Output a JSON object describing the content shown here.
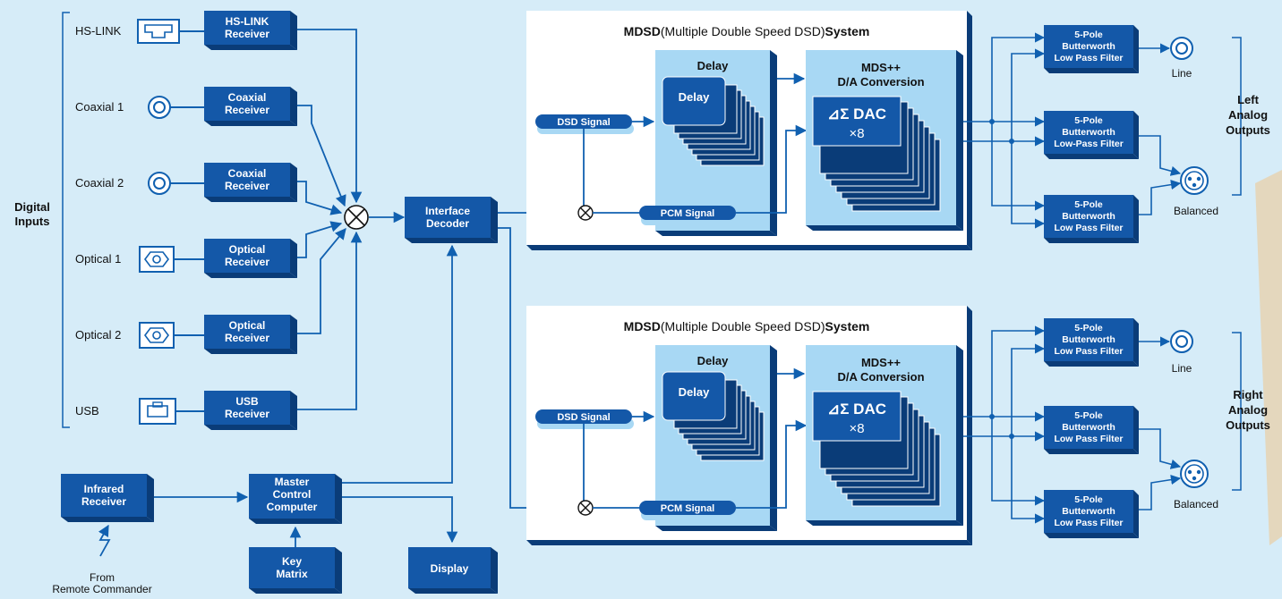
{
  "inputs_group": {
    "label_line1": "Digital",
    "label_line2": "Inputs"
  },
  "inputs": [
    {
      "name": "HS-LINK",
      "receiver_line1": "HS-LINK",
      "receiver_line2": "Receiver",
      "connector": "hs-link-jack-icon"
    },
    {
      "name": "Coaxial 1",
      "receiver_line1": "Coaxial",
      "receiver_line2": "Receiver",
      "connector": "coaxial-jack-icon"
    },
    {
      "name": "Coaxial 2",
      "receiver_line1": "Coaxial",
      "receiver_line2": "Receiver",
      "connector": "coaxial-jack-icon"
    },
    {
      "name": "Optical 1",
      "receiver_line1": "Optical",
      "receiver_line2": "Receiver",
      "connector": "optical-jack-icon"
    },
    {
      "name": "Optical 2",
      "receiver_line1": "Optical",
      "receiver_line2": "Receiver",
      "connector": "optical-jack-icon"
    },
    {
      "name": "USB",
      "receiver_line1": "USB",
      "receiver_line2": "Receiver",
      "connector": "usb-jack-icon"
    }
  ],
  "interface_decoder": {
    "line1": "Interface",
    "line2": "Decoder"
  },
  "infrared": {
    "line1": "Infrared",
    "line2": "Receiver",
    "from_line1": "From",
    "from_line2": "Remote Commander"
  },
  "master_control": {
    "line1": "Master",
    "line2": "Control",
    "line3": "Computer"
  },
  "key_matrix": {
    "line1": "Key",
    "line2": "Matrix"
  },
  "display": {
    "label": "Display"
  },
  "systems": [
    {
      "title_bold1": "MDSD",
      "title_normal": "(Multiple Double Speed DSD)",
      "title_bold2": "System",
      "delay_outer": "Delay",
      "delay_inner": "Delay",
      "dsd_signal": "DSD Signal",
      "pcm_signal": "PCM Signal",
      "mds_line1": "MDS++",
      "mds_line2": "D/A Conversion",
      "dac_line1": "⊿Σ DAC",
      "dac_line2": "×8"
    },
    {
      "title_bold1": "MDSD",
      "title_normal": "(Multiple Double Speed DSD)",
      "title_bold2": "System",
      "delay_outer": "Delay",
      "delay_inner": "Delay",
      "dsd_signal": "DSD Signal",
      "pcm_signal": "PCM Signal",
      "mds_line1": "MDS++",
      "mds_line2": "D/A Conversion",
      "dac_line1": "⊿Σ DAC",
      "dac_line2": "×8"
    }
  ],
  "filters": [
    {
      "line1": "5-Pole",
      "line2": "Butterworth",
      "line3": "Low Pass Filter"
    },
    {
      "line1": "5-Pole",
      "line2": "Butterworth",
      "line3": "Low-Pass Filter"
    },
    {
      "line1": "5-Pole",
      "line2": "Butterworth",
      "line3": "Low Pass Filter"
    },
    {
      "line1": "5-Pole",
      "line2": "Butterworth",
      "line3": "Low Pass Filter"
    },
    {
      "line1": "5-Pole",
      "line2": "Butterworth",
      "line3": "Low Pass Filter"
    },
    {
      "line1": "5-Pole",
      "line2": "Butterworth",
      "line3": "Low Pass Filter"
    }
  ],
  "outputs": {
    "left": {
      "line1": "Left",
      "line2": "Analog",
      "line3": "Outputs",
      "line_label": "Line",
      "balanced_label": "Balanced"
    },
    "right": {
      "line1": "Right",
      "line2": "Analog",
      "line3": "Outputs",
      "line_label": "Line",
      "balanced_label": "Balanced"
    }
  },
  "colors": {
    "background": "#d6ecf8",
    "block": "#1458a8",
    "block_side": "#0a3c78",
    "line": "#1060b0",
    "panel": "#ffffff",
    "panel_shadow": "#0a3c78",
    "light_block": "#a8d8f4"
  }
}
